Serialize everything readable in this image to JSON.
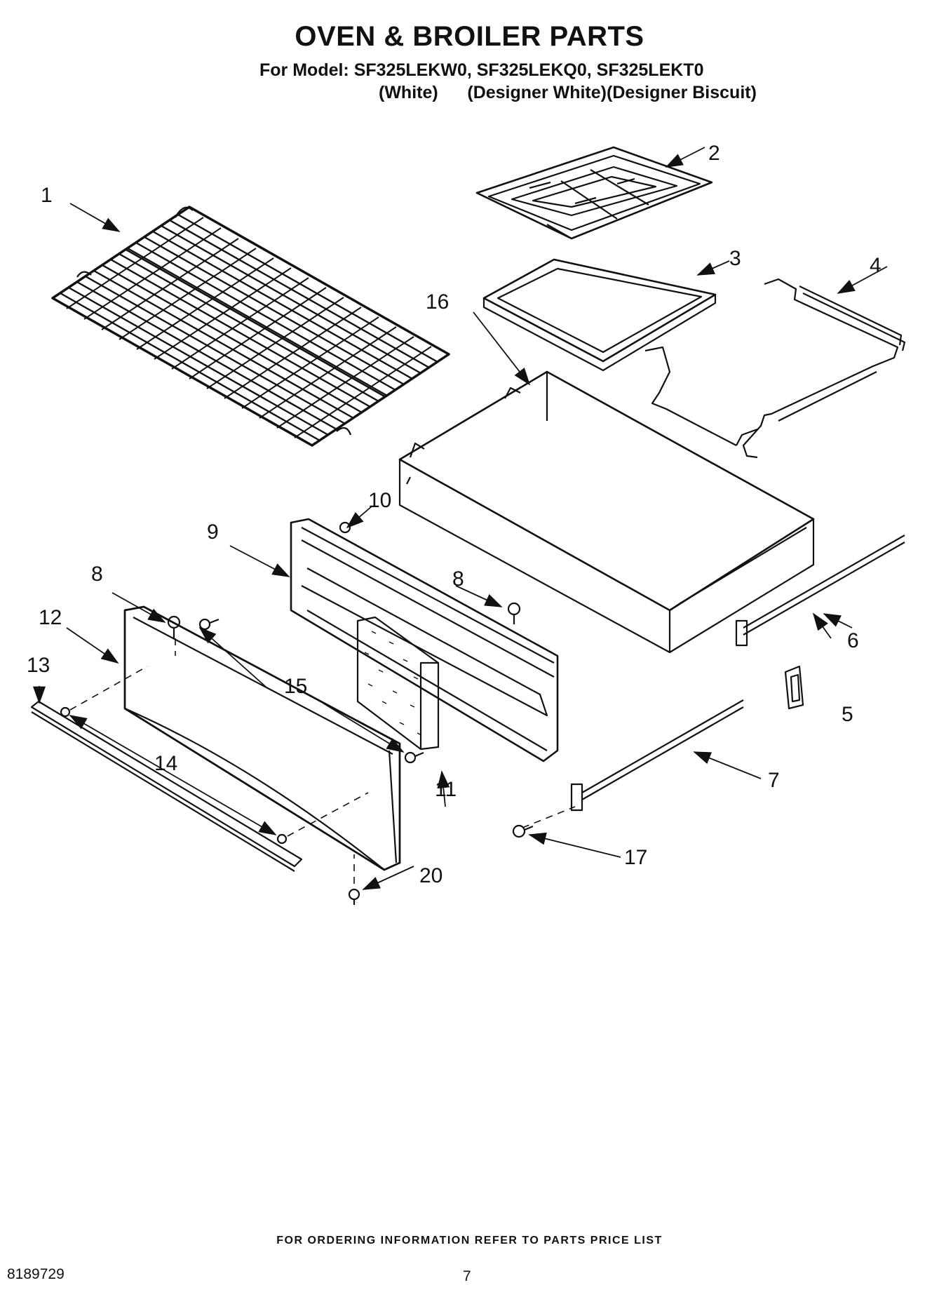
{
  "header": {
    "title": "OVEN & BROILER PARTS",
    "models_line": "For Model: SF325LEKW0, SF325LEKQ0, SF325LEKT0",
    "colors_line": "(White)      (Designer White)(Designer Biscuit)"
  },
  "callouts": {
    "c1": "1",
    "c2": "2",
    "c3": "3",
    "c4": "4",
    "c5": "5",
    "c6": "6",
    "c7": "7",
    "c8a": "8",
    "c8b": "8",
    "c9": "9",
    "c10": "10",
    "c11": "11",
    "c12": "12",
    "c13": "13",
    "c14": "14",
    "c15": "15",
    "c16": "16",
    "c17": "17",
    "c20": "20"
  },
  "footer": {
    "ordering_note": "FOR ORDERING INFORMATION REFER TO PARTS PRICE LIST",
    "doc_number": "8189729",
    "page_number": "7"
  }
}
